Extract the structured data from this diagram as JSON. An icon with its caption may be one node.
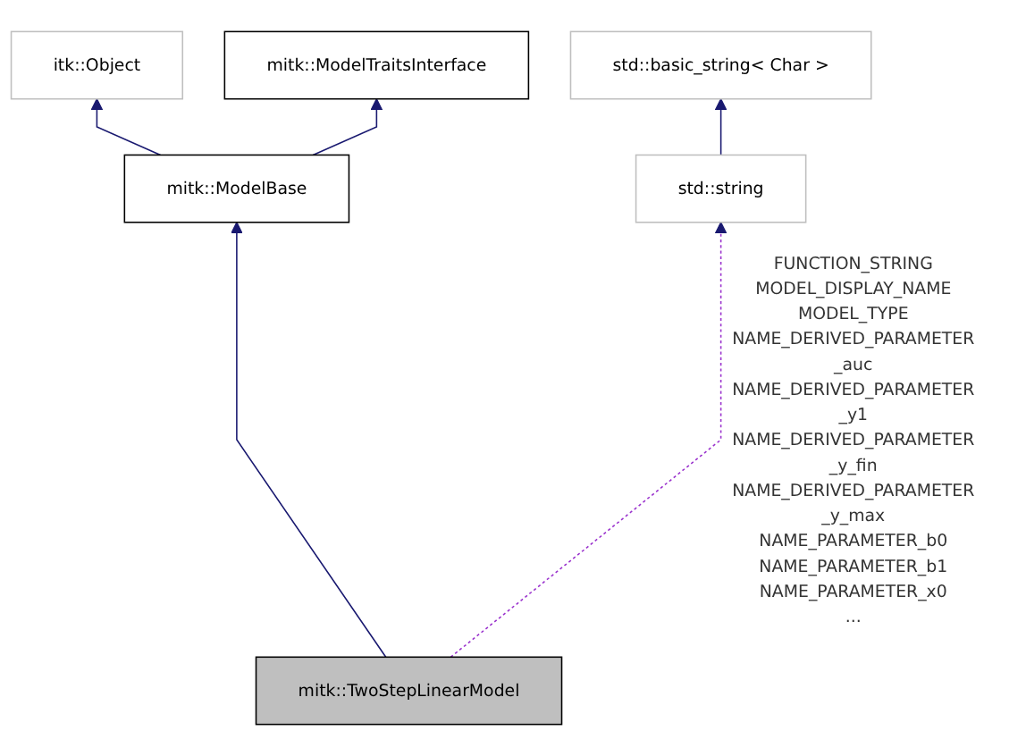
{
  "diagram": {
    "nodes": [
      {
        "text": [
          "itk::Object"
        ]
      },
      {
        "text": [
          "mitk::ModelTraitsInterface"
        ]
      },
      {
        "text": [
          "std::basic_string< Char >"
        ]
      },
      {
        "text": [
          "mitk::ModelBase"
        ]
      },
      {
        "text": [
          "std::string"
        ]
      },
      {
        "text": [
          "mitk::TwoStepLinearModel"
        ]
      }
    ],
    "edges": [
      {
        "from": 3,
        "to": 0,
        "arrow": "to",
        "color": "#191970"
      },
      {
        "from": 3,
        "to": 1,
        "arrow": "to",
        "color": "#191970"
      },
      {
        "from": 4,
        "to": 2,
        "arrow": "to",
        "color": "#191970"
      },
      {
        "from": 5,
        "to": 3,
        "arrow": "to",
        "color": "#191970"
      },
      {
        "from": 5,
        "to": 4,
        "arrow": "to",
        "style": "dashed",
        "color": "#9a32cd",
        "label": "FUNCTION_STRING MODEL_DISPLAY_NAME MODEL_TYPE NAME_DERIVED_PARAMETER _auc NAME_DERIVED_PARAMETER _y1 NAME_DERIVED_PARAMETER _y_fin NAME_DERIVED_PARAMETER _y_max NAME_PARAMETER_b0 NAME_PARAMETER_b1 NAME_PARAMETER_x0 ..."
      }
    ]
  }
}
